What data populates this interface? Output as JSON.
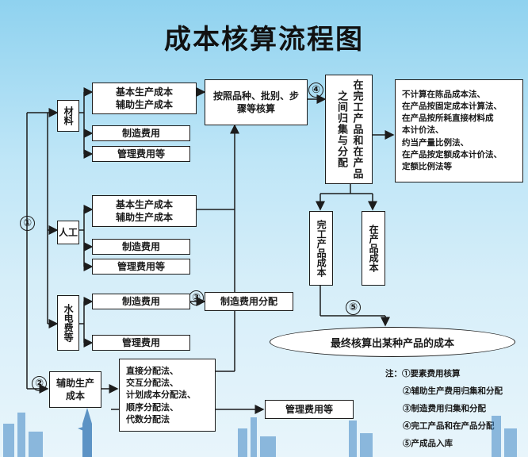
{
  "title": "成本核算流程图",
  "nodes": {
    "material": "材料",
    "labor": "人工",
    "utility": "水电费等",
    "aux_prod": "辅助生产成本",
    "mat_basic": "基本生产成本",
    "mat_aux": "辅助生产成本",
    "mat_mfg": "制造费用",
    "mat_mgmt": "管理费用等",
    "lab_basic": "基本生产成本",
    "lab_aux": "辅助生产成本",
    "lab_mfg": "制造费用",
    "lab_mgmt": "管理费用等",
    "util_mfg": "制造费用",
    "util_mgmt": "管理费用",
    "by_variety": "按照品种、批别、步骤等核算",
    "allocation": "在完工产品和在产品之间归集与分配",
    "methods_right": [
      "不计算在陈品成本法、",
      "在产品按固定成本计算法、",
      "在产品按所耗直接材料成",
      "本计价法、",
      "约当产量比例法、",
      "在产品按定额成本计价法、",
      "定额比例法等"
    ],
    "finished": "完工产品成本",
    "wip": "在产品成本",
    "final": "最终核算出某种产品的成本",
    "mfg_alloc": "制造费用分配",
    "aux_methods": [
      "直接分配法、",
      "交互分配法、",
      "计划成本分配法、",
      "顺序分配法、",
      "代数分配法"
    ],
    "aux_mgmt": "管理费用等"
  },
  "circle_labels": {
    "c1": "①",
    "c2": "②",
    "c3": "③",
    "c4": "④",
    "c5": "⑤"
  },
  "notes": {
    "prefix": "注：",
    "items": [
      "①要素费用核算",
      "②辅助生产费用归集和分配",
      "③制造费用归集和分配",
      "④完工产品和在产品分配",
      "⑤产成品入库"
    ]
  },
  "colors": {
    "line": "#1c1c1c",
    "box_fill": "#ffffff",
    "sky_top": "#8fd2ef",
    "skyline": "#3f86c4"
  }
}
